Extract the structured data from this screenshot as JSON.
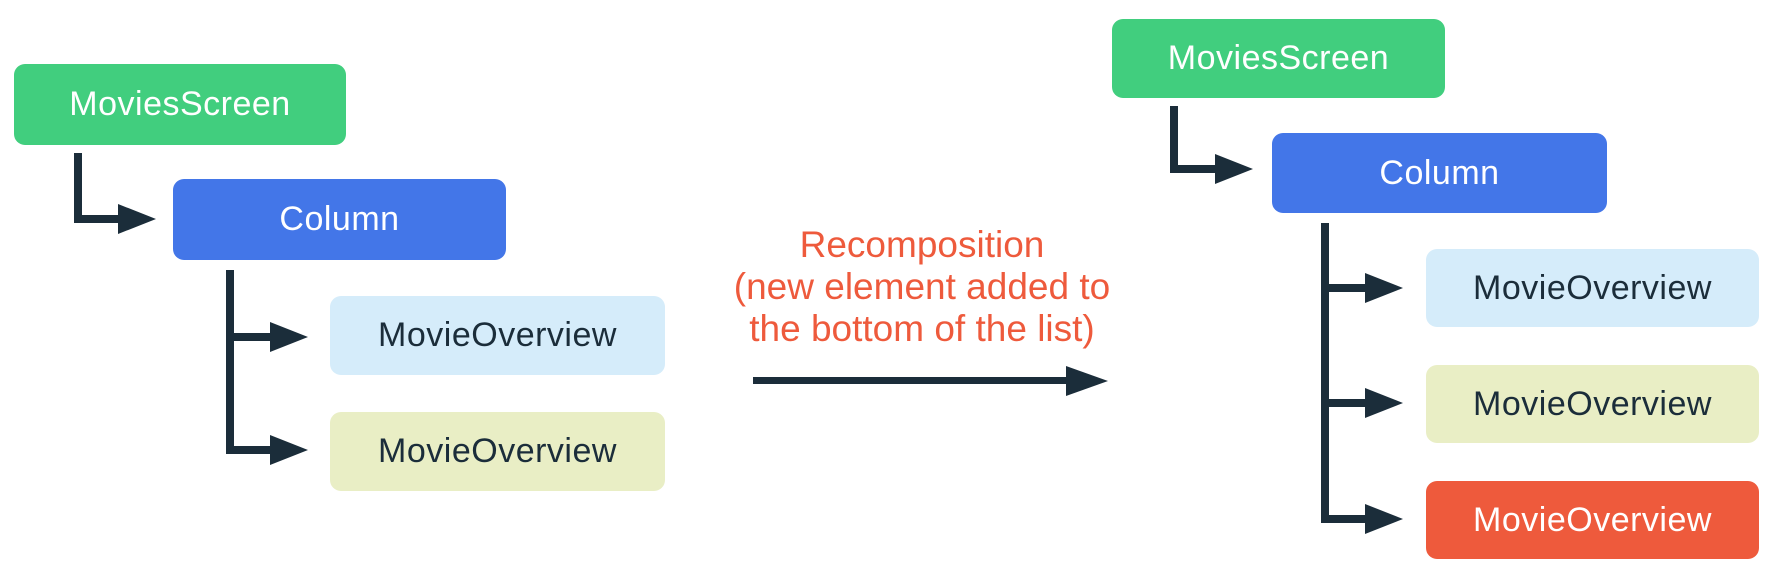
{
  "annotation": {
    "line1": "Recomposition",
    "line2": "(new element added to",
    "line3": "the bottom of the list)"
  },
  "trees": {
    "before": {
      "root": "MoviesScreen",
      "container": "Column",
      "items": [
        "MovieOverview",
        "MovieOverview"
      ]
    },
    "after": {
      "root": "MoviesScreen",
      "container": "Column",
      "items": [
        "MovieOverview",
        "MovieOverview",
        "MovieOverview"
      ]
    }
  },
  "colors": {
    "root_green": "#41CE7E",
    "container_blue": "#4376E8",
    "item_light_blue": "#D5ECFA",
    "item_light_yellow": "#E9EEC5",
    "item_new_orange": "#EE5A3C",
    "connector_navy": "#1B2D3A",
    "annotation_orange": "#EE5A3C"
  }
}
